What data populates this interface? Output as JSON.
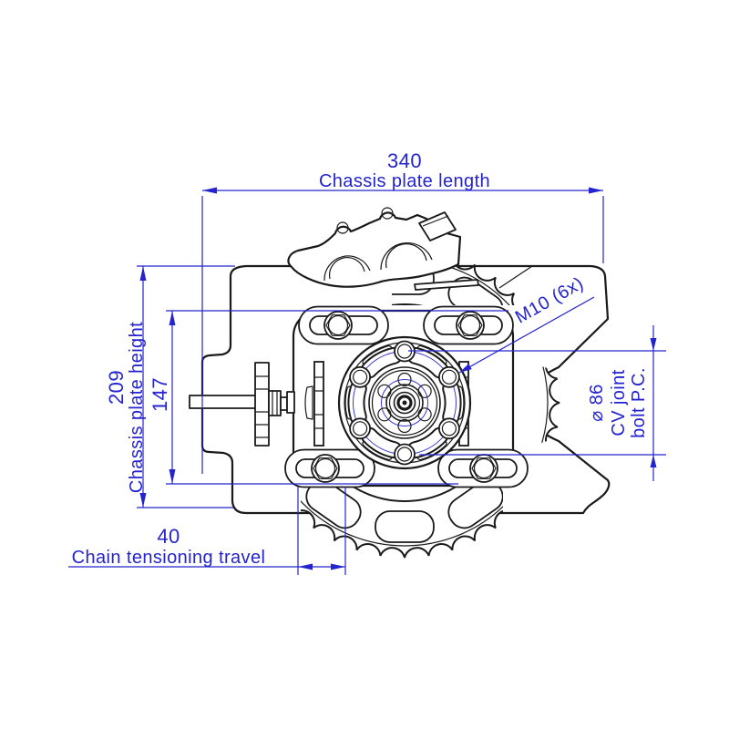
{
  "colors": {
    "line": "#1a1a1a",
    "dimension": "#2424cf",
    "background": "#ffffff"
  },
  "dimensions": {
    "chassis_length": {
      "value": "340",
      "label": "Chassis plate length"
    },
    "chassis_height": {
      "value": "209",
      "label": "Chassis plate height"
    },
    "carrier_height": {
      "value": "147"
    },
    "tension_travel": {
      "value": "40",
      "label": "Chain tensioning travel"
    },
    "cv_bolt_circle": {
      "value": "⌀ 86",
      "label_line1": "CV joint",
      "label_line2": "bolt P.C."
    },
    "cv_bolts": {
      "value": "M10 (6x)"
    }
  }
}
